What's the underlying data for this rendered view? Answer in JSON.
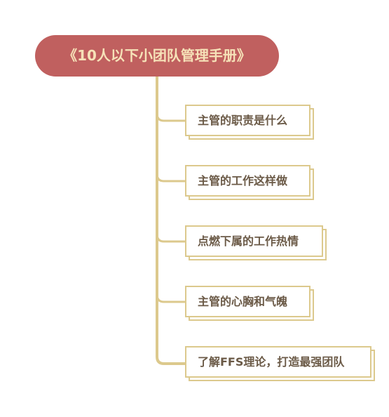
{
  "mindmap": {
    "root": {
      "label": "《10人以下小团队管理手册》"
    },
    "branches": [
      {
        "label": "主管的职责是什么"
      },
      {
        "label": "主管的工作这样做"
      },
      {
        "label": "点燃下属的工作热情"
      },
      {
        "label": "主管的心胸和气魄"
      },
      {
        "label": "了解FFS理论，打造最强团队"
      }
    ]
  },
  "colors": {
    "root_fill": "#c0605f",
    "root_text": "#f6e2b8",
    "connector": "#dcc98d",
    "branch_border": "#dcc98d",
    "branch_text": "#6b5a47"
  }
}
